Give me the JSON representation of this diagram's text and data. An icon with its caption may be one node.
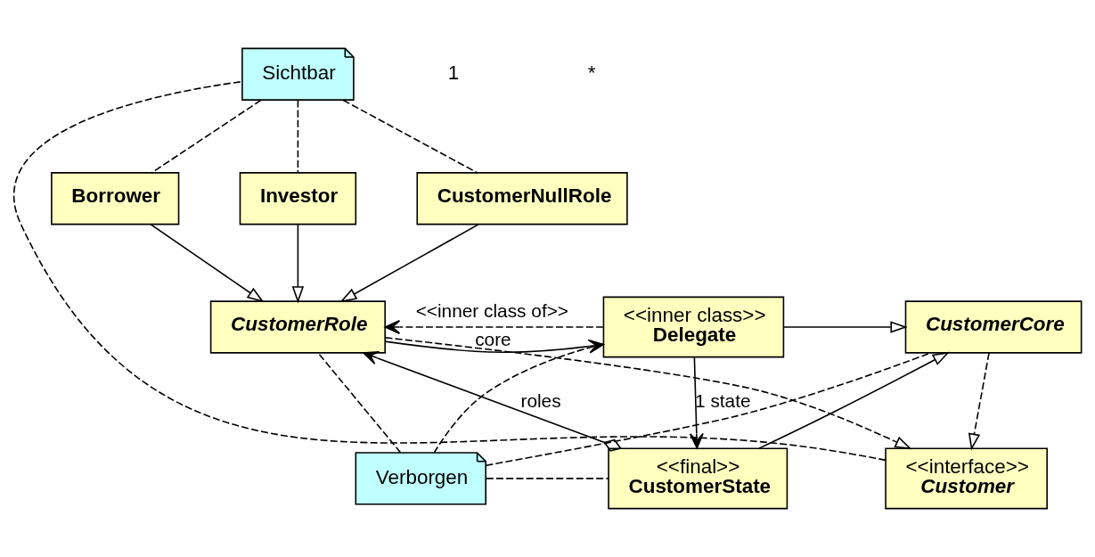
{
  "diagram": {
    "nodes": [
      {
        "text": [
          "<<interface>>",
          "Customer"
        ]
      },
      {
        "text": [
          "CustomerCore"
        ]
      },
      {
        "text": [
          "<<inner class>>",
          "Delegate"
        ]
      },
      {
        "text": [
          "CustomerRole"
        ]
      },
      {
        "text": [
          "<<final>>",
          "CustomerState"
        ]
      },
      {
        "text": [
          "Verborgen"
        ]
      },
      {
        "text": [
          "Borrower"
        ]
      },
      {
        "text": [
          "Investor"
        ]
      },
      {
        "text": [
          "CustomerNullRole"
        ]
      },
      {
        "text": [
          "Sichtbar"
        ]
      }
    ],
    "edges": [
      {
        "from": 1,
        "to": 0,
        "arrow": "to",
        "style": "dashed"
      },
      {
        "from": 3,
        "to": 0,
        "arrow": "to",
        "style": "dashed"
      },
      {
        "from": 0,
        "to": 9,
        "arrow": "none",
        "style": "dashed"
      },
      {
        "from": 2,
        "to": 1,
        "arrow": "to"
      },
      {
        "from": 2,
        "to": 3,
        "arrow": "to",
        "style": "dashed",
        "label": "<<inner class of>>"
      },
      {
        "from": 3,
        "to": 2,
        "arrow": "to",
        "label": "core"
      },
      {
        "from": 4,
        "to": 1,
        "arrow": "to"
      },
      {
        "from": 2,
        "to": 4,
        "arrow": "to",
        "label": "1 state"
      },
      {
        "from": 4,
        "to": 3,
        "arrow": "to",
        "label": "roles"
      },
      {
        "from": 6,
        "to": 3,
        "arrow": "to"
      },
      {
        "from": 7,
        "to": 3,
        "arrow": "to"
      },
      {
        "from": 8,
        "to": 3,
        "arrow": "to"
      },
      {
        "from": 5,
        "to": 1,
        "arrow": "none",
        "style": "dashed"
      },
      {
        "from": 5,
        "to": 2,
        "arrow": "none",
        "style": "dashed"
      },
      {
        "from": 5,
        "to": 3,
        "arrow": "none",
        "style": "dashed"
      },
      {
        "from": 5,
        "to": 4,
        "arrow": "none",
        "style": "dashed"
      },
      {
        "from": 9,
        "to": 6,
        "arrow": "none",
        "style": "dashed"
      },
      {
        "from": 9,
        "to": 7,
        "arrow": "none",
        "style": "dashed"
      },
      {
        "from": 9,
        "to": 8,
        "arrow": "none",
        "style": "dashed"
      }
    ],
    "labels": [
      "1",
      "*"
    ]
  }
}
